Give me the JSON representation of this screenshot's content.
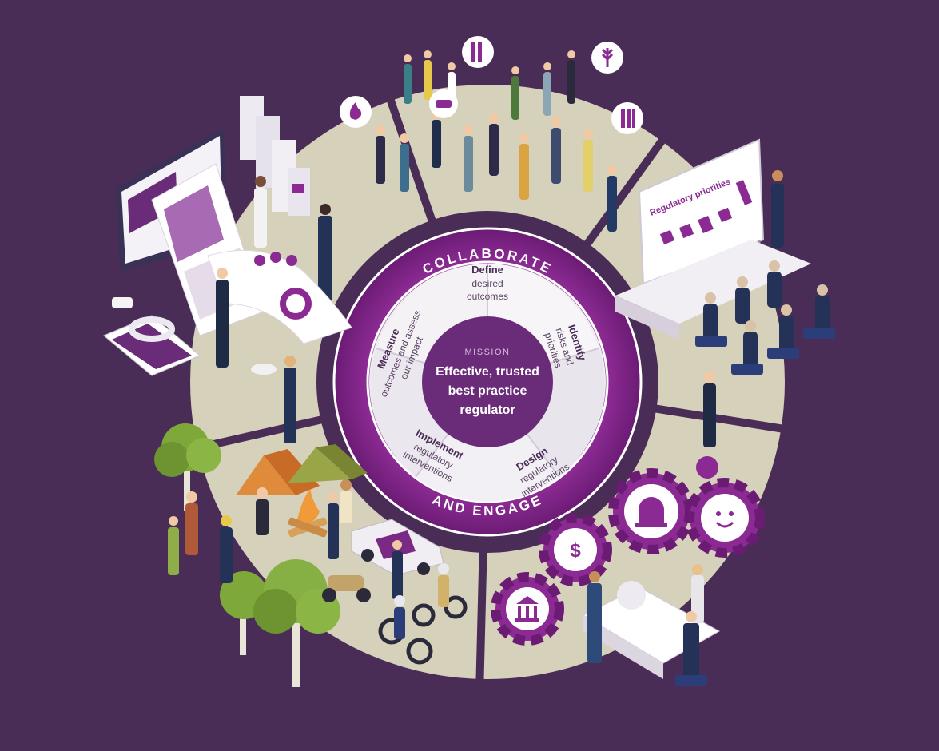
{
  "mission": {
    "label": "MISSION",
    "statement_lines": [
      "Effective, trusted",
      "best practice",
      "regulator"
    ]
  },
  "ring_text": {
    "top": "COLLABORATE",
    "bottom": "AND ENGAGE"
  },
  "stages": [
    {
      "key": "define",
      "title": "Define",
      "lines": [
        "desired",
        "outcomes"
      ]
    },
    {
      "key": "identify",
      "title": "Identify",
      "lines": [
        "risks and",
        "priorities"
      ]
    },
    {
      "key": "design",
      "title": "Design",
      "lines": [
        "regulatory",
        "interventions"
      ]
    },
    {
      "key": "implement",
      "title": "Implement",
      "lines": [
        "regulatory",
        "interventions"
      ]
    },
    {
      "key": "measure",
      "title": "Measure",
      "lines": [
        "outcomes and assess",
        "our impact"
      ]
    }
  ],
  "board": {
    "title": "Regulatory priorities"
  },
  "colors": {
    "background": "#4a2d57",
    "outer_ring": "#d7d3bd",
    "ring_purple": "#7b2181",
    "center_purple": "#5d2a6b",
    "segment_white": "#f3f0f4",
    "accent": "#9b3da5"
  },
  "icons": [
    "fire-icon",
    "chainsaw-icon",
    "building-icon",
    "invoice-icon",
    "alarm-icon",
    "smiley-icon",
    "wheat-icon",
    "logs-icon",
    "tree-icon",
    "tent-icon",
    "vehicle-icon",
    "monitor-icon"
  ]
}
